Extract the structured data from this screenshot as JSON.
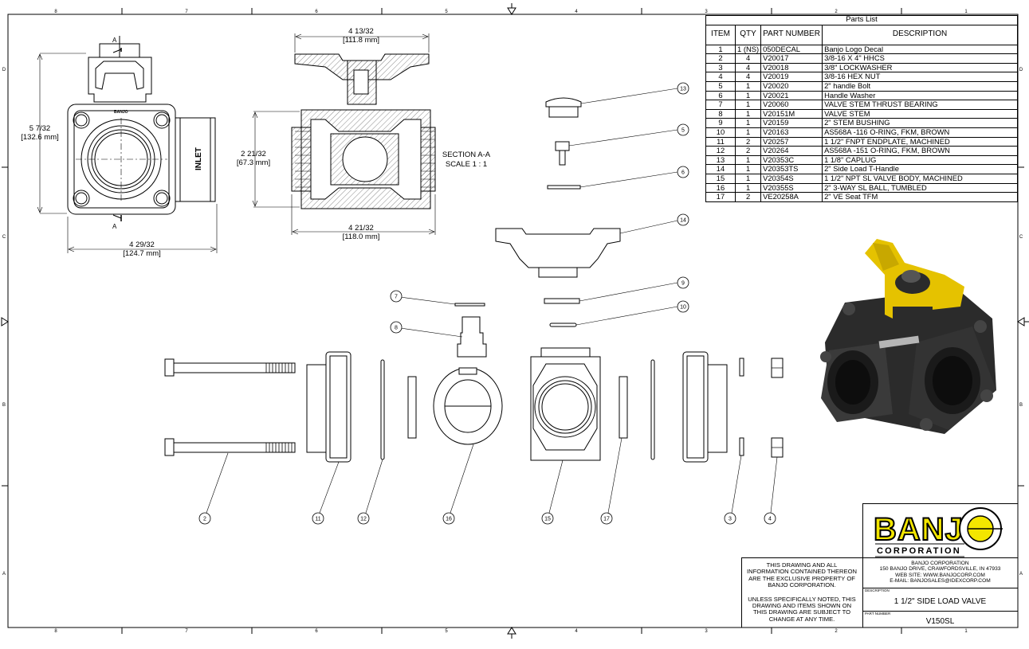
{
  "border": {
    "column_labels": [
      "8",
      "7",
      "6",
      "5",
      "4",
      "3",
      "2",
      "1"
    ],
    "row_labels": [
      "D",
      "C",
      "B",
      "A"
    ]
  },
  "views": {
    "front": {
      "section_marker": "A",
      "brand_mark": "BANJO",
      "inlet_label": "INLET",
      "height_dim": "5 7/32",
      "height_dim_mm": "[132.6 mm]",
      "width_dim": "4 29/32",
      "width_dim_mm": "[124.7 mm]"
    },
    "section": {
      "top_dim": "4 13/32",
      "top_dim_mm": "[111.8 mm]",
      "height_dim": "2 21/32",
      "height_dim_mm": "[67.3 mm]",
      "bottom_dim": "4 21/32",
      "bottom_dim_mm": "[118.0 mm]",
      "title": "SECTION A-A",
      "scale": "SCALE 1 : 1"
    }
  },
  "balloons": [
    "13",
    "5",
    "6",
    "14",
    "9",
    "10",
    "7",
    "8",
    "2",
    "11",
    "12",
    "16",
    "15",
    "17",
    "3",
    "4"
  ],
  "parts_list": {
    "caption": "Parts List",
    "headers": [
      "ITEM",
      "QTY",
      "PART NUMBER",
      "DESCRIPTION"
    ],
    "rows": [
      [
        "1",
        "1 (NS)",
        "050DECAL",
        "Banjo Logo Decal"
      ],
      [
        "2",
        "4",
        "V20017",
        "3/8-16 X 4\" HHCS"
      ],
      [
        "3",
        "4",
        "V20018",
        "3/8\" LOCKWASHER"
      ],
      [
        "4",
        "4",
        "V20019",
        "3/8-16 HEX NUT"
      ],
      [
        "5",
        "1",
        "V20020",
        "2\" handle Bolt"
      ],
      [
        "6",
        "1",
        "V20021",
        "Handle Washer"
      ],
      [
        "7",
        "1",
        "V20060",
        "VALVE STEM THRUST BEARING"
      ],
      [
        "8",
        "1",
        "V20151M",
        "VALVE STEM"
      ],
      [
        "9",
        "1",
        "V20159",
        "2\" STEM BUSHING"
      ],
      [
        "10",
        "1",
        "V20163",
        "AS568A -116 O-RING, FKM, BROWN"
      ],
      [
        "11",
        "2",
        "V20257",
        "1 1/2\" FNPT ENDPLATE, MACHINED"
      ],
      [
        "12",
        "2",
        "V20264",
        "AS568A -151 O-RING, FKM, BROWN"
      ],
      [
        "13",
        "1",
        "V20353C",
        "1 1/8\" CAPLUG"
      ],
      [
        "14",
        "1",
        "V20353TS",
        "2\" Side Load T-Handle"
      ],
      [
        "15",
        "1",
        "V20354S",
        "1 1/2\" NPT SL VALVE BODY, MACHINED"
      ],
      [
        "16",
        "1",
        "V20355S",
        "2\" 3-WAY SL BALL, TUMBLED"
      ],
      [
        "17",
        "2",
        "VE20258A",
        "2\" VE Seat TFM"
      ]
    ]
  },
  "title_block": {
    "notice_1": [
      "THIS DRAWING AND ALL",
      "INFORMATION CONTAINED THEREON",
      "ARE THE EXCLUSIVE PROPERTY OF",
      "BANJO CORPORATION."
    ],
    "notice_2": [
      "UNLESS SPECIFICALLY NOTED, THIS",
      "DRAWING AND ITEMS SHOWN ON",
      "THIS DRAWING ARE SUBJECT TO",
      "CHANGE AT ANY TIME."
    ],
    "logo_word": "BANJ",
    "logo_sub": "CORPORATION",
    "company": "BANJO CORPORATION",
    "address": "150 BANJO DRIVE, CRAWFORDSVILLE, IN 47933",
    "website": "WEB SITE: WWW.BANJOCORP.COM",
    "email": "E-MAIL: BANJOSALES@IDEXCORP.COM",
    "description_label": "DESCRIPTION",
    "description": "1 1/2\" SIDE LOAD VALVE",
    "part_number_label": "PART NUMBER",
    "part_number": "V150SL"
  },
  "colors": {
    "handle_yellow": "#e5c200",
    "body_dark": "#2b2b2b",
    "logo_yellow": "#f3e600"
  }
}
